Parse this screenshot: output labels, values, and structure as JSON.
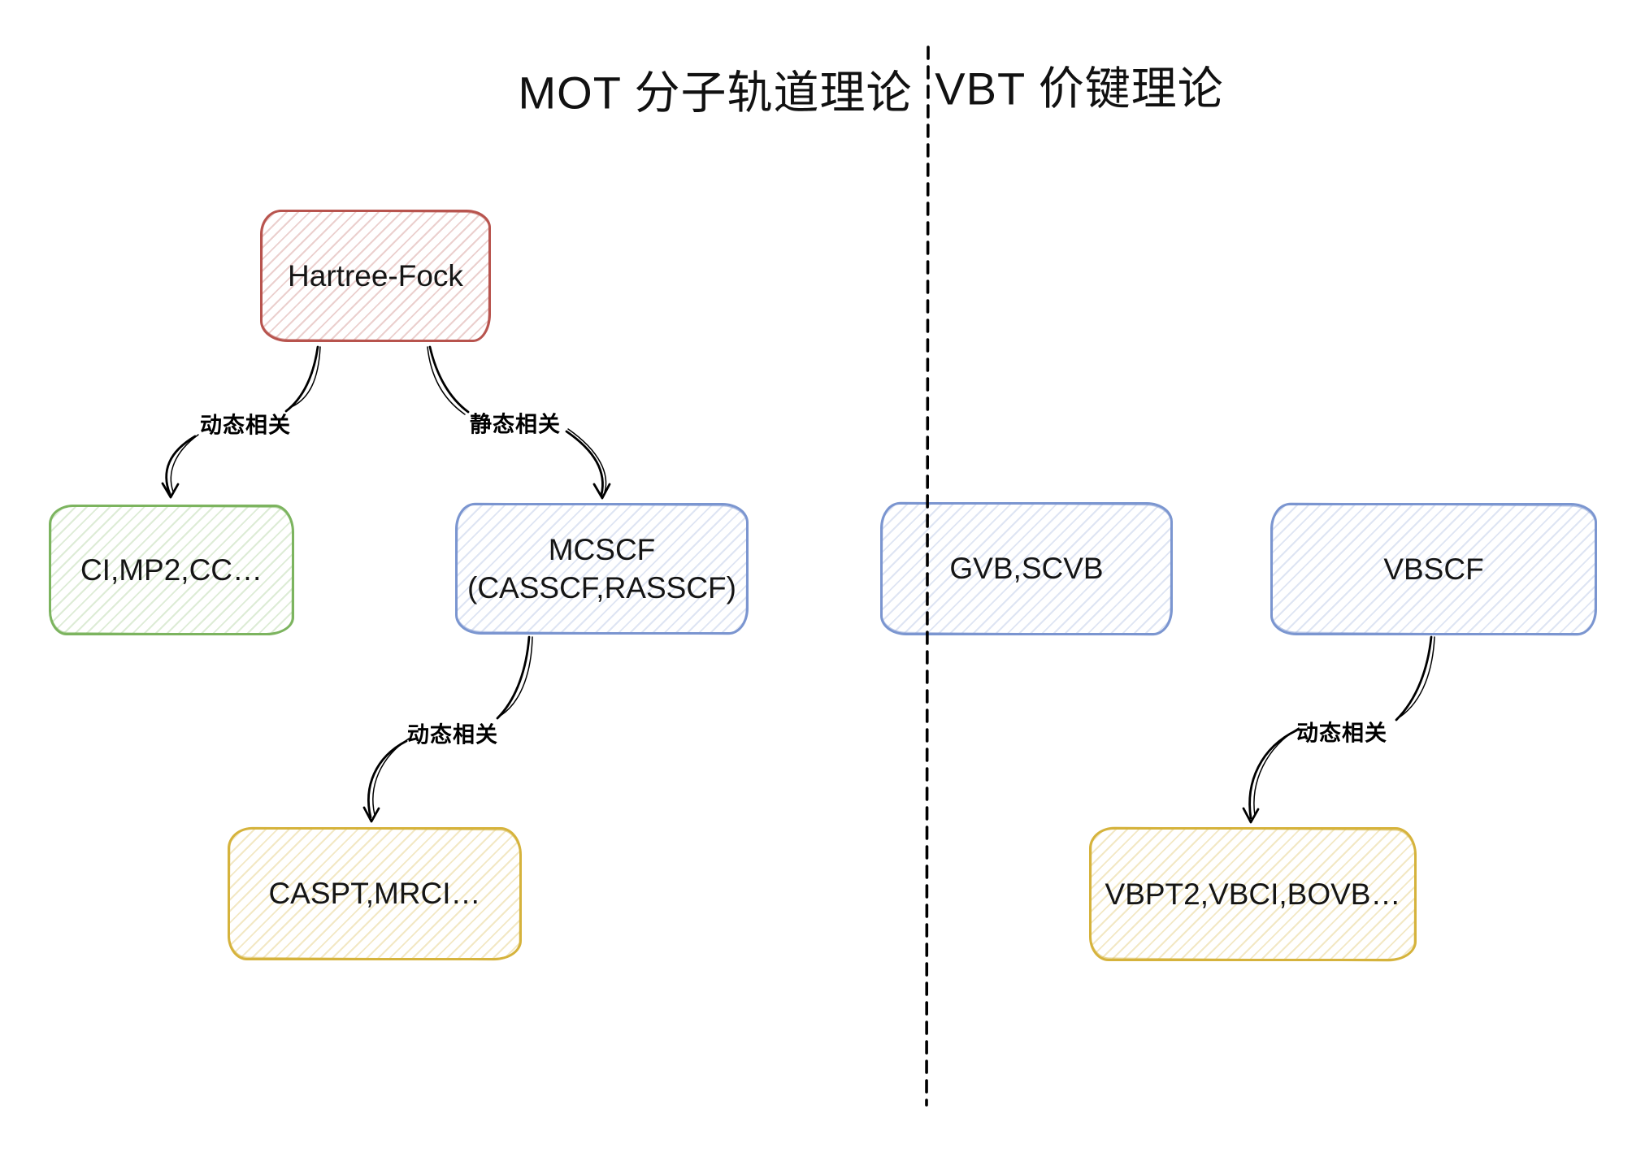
{
  "titles": {
    "left": "MOT 分子轨道理论",
    "right": "VBT 价键理论"
  },
  "nodes": [
    {
      "id": "hartree-fock",
      "label": "Hartree-Fock",
      "color": "#b8544e"
    },
    {
      "id": "ci-mp2-cc",
      "label": "CI,MP2,CC…",
      "color": "#7cb45f"
    },
    {
      "id": "mcscf",
      "label_line1": "MCSCF",
      "label_line2": "(CASSCF,RASSCF)",
      "color": "#7b96d0"
    },
    {
      "id": "gvb-scvb",
      "label": "GVB,SCVB",
      "color": "#7b96d0"
    },
    {
      "id": "vbscf",
      "label": "VBSCF",
      "color": "#7b96d0"
    },
    {
      "id": "caspt-mrci",
      "label": "CASPT,MRCI…",
      "color": "#d6b33c"
    },
    {
      "id": "vbpt2-vbci-bovb",
      "label": "VBPT2,VBCI,BOVB…",
      "color": "#d6b33c"
    }
  ],
  "edges": [
    {
      "from": "hartree-fock",
      "to": "ci-mp2-cc",
      "label": "动态相关"
    },
    {
      "from": "hartree-fock",
      "to": "mcscf",
      "label": "静态相关"
    },
    {
      "from": "mcscf",
      "to": "caspt-mrci",
      "label": "动态相关"
    },
    {
      "from": "vbscf",
      "to": "vbpt2-vbci-bovb",
      "label": "动态相关"
    }
  ],
  "palette": {
    "red": "#b8544e",
    "green": "#7cb45f",
    "blue": "#7b96d0",
    "yellow": "#d6b33c",
    "ink": "#000000",
    "background": "#ffffff"
  }
}
